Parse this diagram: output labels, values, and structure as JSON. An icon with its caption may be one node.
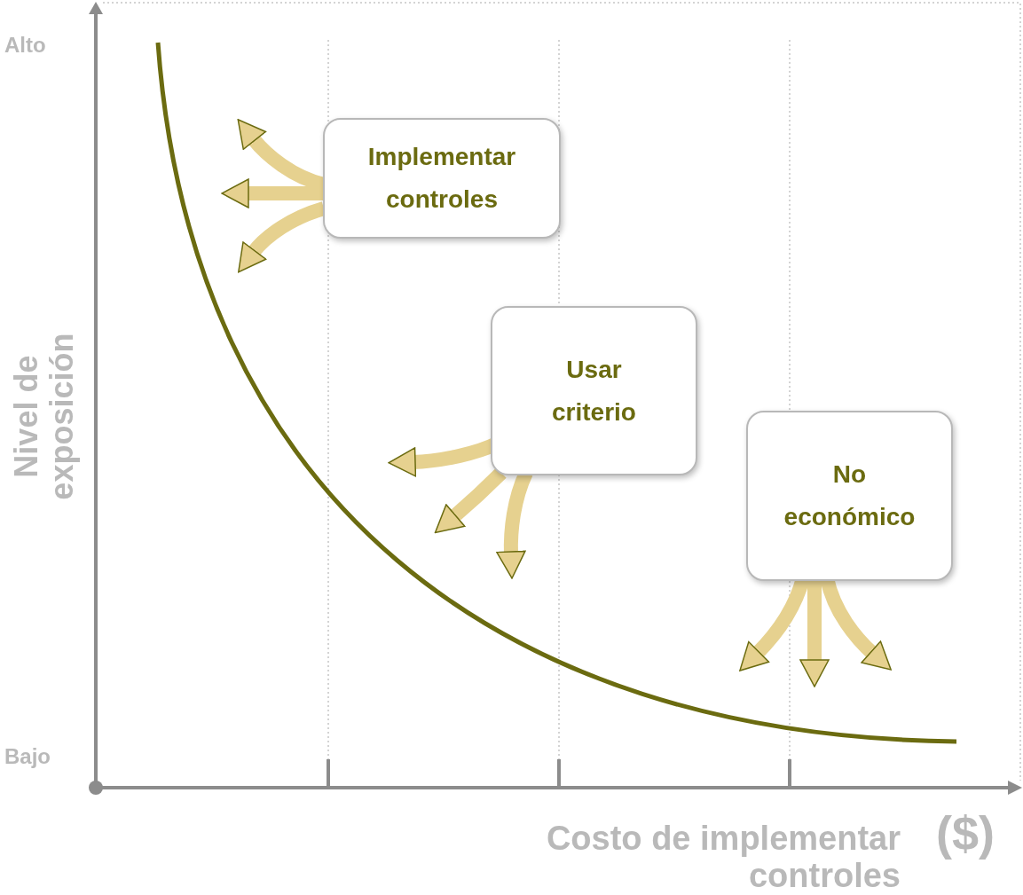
{
  "diagram": {
    "nodes": [
      {
        "text": [
          "Implementar controles"
        ]
      },
      {
        "text": [
          "Usar criterio"
        ]
      },
      {
        "text": [
          "No económico"
        ]
      }
    ],
    "edges": [
      {
        "from": 0,
        "to": null,
        "arrow": "to"
      },
      {
        "from": 0,
        "to": null,
        "arrow": "to"
      },
      {
        "from": 0,
        "to": null,
        "arrow": "to"
      },
      {
        "from": 1,
        "to": null,
        "arrow": "to"
      },
      {
        "from": 1,
        "to": null,
        "arrow": "to"
      },
      {
        "from": 1,
        "to": null,
        "arrow": "to"
      },
      {
        "from": 2,
        "to": null,
        "arrow": "to"
      },
      {
        "from": 2,
        "to": null,
        "arrow": "to"
      },
      {
        "from": 2,
        "to": null,
        "arrow": "to"
      }
    ],
    "labels": [
      "Alto",
      "Nivel de exposición",
      "Bajo",
      "Costo de implementar controles",
      "($)"
    ]
  }
}
